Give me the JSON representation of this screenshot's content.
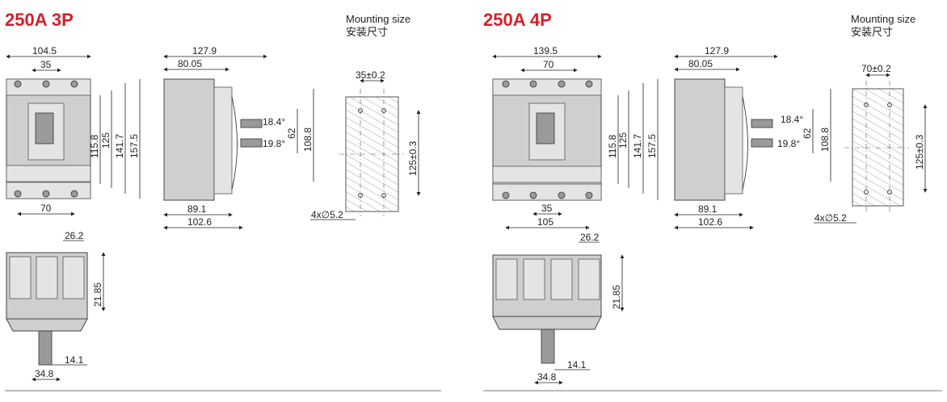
{
  "left": {
    "title": "250A  3P",
    "caption_en": "Mounting size",
    "caption_cn": "安装尺寸",
    "front": {
      "width": "104.5",
      "pole_pitch": "35",
      "h1": "115.8",
      "h2": "125",
      "h3": "141.7",
      "h4": "157.5",
      "bottom": "70"
    },
    "side": {
      "depth_total": "127.9",
      "depth_front": "80.05",
      "angle1": "18.4°",
      "angle2": "19.8°",
      "handle": "62",
      "body_h": "108.8",
      "base1": "89.1",
      "base2": "102.6"
    },
    "mount": {
      "hole_pitch": "35±0.2",
      "vertical": "125±0.3",
      "holes": "4x∅5.2"
    },
    "terminal": {
      "pitch": "26.2",
      "height": "21.85",
      "offset": "14.1",
      "width": "34.8"
    }
  },
  "right": {
    "title": "250A  4P",
    "caption_en": "Mounting size",
    "caption_cn": "安装尺寸",
    "front": {
      "width": "139.5",
      "pole_pitch": "70",
      "h1": "115.8",
      "h2": "125",
      "h3": "141.7",
      "h4": "157.5",
      "bottom1": "35",
      "bottom2": "105"
    },
    "side": {
      "depth_total": "127.9",
      "depth_front": "80.05",
      "angle1": "18.4°",
      "angle2": "19.8°",
      "handle": "62",
      "body_h": "108.8",
      "base1": "89.1",
      "base2": "102.6"
    },
    "mount": {
      "hole_pitch": "70±0.2",
      "vertical": "125±0.3",
      "holes": "4x∅5.2"
    },
    "terminal": {
      "pitch": "26.2",
      "height": "21.85",
      "offset": "14.1",
      "width": "34.8"
    }
  }
}
